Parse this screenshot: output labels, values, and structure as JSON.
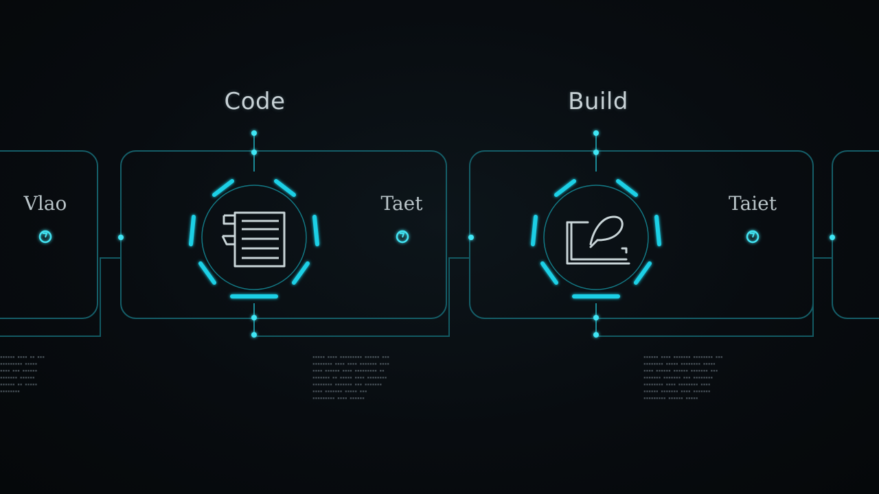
{
  "colors": {
    "accent": "#1fd0e6",
    "line": "#1a7c88",
    "box": "#155e68",
    "text": "#c8d2d6",
    "background": "#070b0e"
  },
  "stages": [
    {
      "label": "Code",
      "icon": "document-icon"
    },
    {
      "label": "Build",
      "icon": "build-icon"
    }
  ],
  "side_labels": [
    "Vlao",
    "Taet",
    "Taiet"
  ],
  "captions": {
    "left": [
      "▪▪▪▪▪▪ ▪▪▪▪ ▪▪ ▪▪▪",
      "▪▪▪▪▪▪▪▪▪ ▪▪▪▪▪",
      "▪▪▪▪ ▪▪▪ ▪▪▪▪▪▪",
      "▪▪▪▪▪▪▪ ▪▪▪▪▪▪",
      "▪▪▪▪▪▪ ▪▪ ▪▪▪▪▪",
      "▪▪▪▪▪▪▪▪"
    ],
    "center": [
      "▪▪▪▪▪ ▪▪▪▪ ▪▪▪▪▪▪▪▪▪ ▪▪▪▪▪▪ ▪▪▪",
      "▪▪▪▪▪▪▪▪ ▪▪▪▪ ▪▪▪▪ ▪▪▪▪▪▪▪ ▪▪▪▪",
      "▪▪▪▪ ▪▪▪▪▪▪ ▪▪▪▪ ▪▪▪▪▪▪▪▪▪ ▪▪",
      "▪▪▪▪▪▪▪ ▪▪ ▪▪▪▪▪ ▪▪▪▪ ▪▪▪▪▪▪▪▪",
      "▪▪▪▪▪▪▪▪ ▪▪▪▪▪▪▪ ▪▪▪ ▪▪▪▪▪▪▪",
      "▪▪▪▪ ▪▪▪▪▪▪▪ ▪▪▪▪▪ ▪▪▪",
      "▪▪▪▪▪▪▪▪▪ ▪▪▪▪ ▪▪▪▪▪▪"
    ],
    "right": [
      "▪▪▪▪▪▪ ▪▪▪▪ ▪▪▪▪▪▪▪ ▪▪▪▪▪▪▪▪ ▪▪▪",
      "▪▪▪▪▪▪▪▪ ▪▪▪▪▪ ▪▪▪▪▪▪▪▪ ▪▪▪▪▪",
      "▪▪▪▪ ▪▪▪▪▪▪ ▪▪▪▪▪▪ ▪▪▪▪▪▪▪ ▪▪▪",
      "▪▪▪▪▪▪▪ ▪▪▪▪▪▪▪ ▪▪▪ ▪▪▪▪▪▪▪▪",
      "▪▪▪▪▪▪▪▪ ▪▪▪▪ ▪▪▪▪▪▪▪▪ ▪▪▪▪",
      "▪▪▪▪▪▪ ▪▪▪▪▪▪▪ ▪▪▪▪ ▪▪▪▪▪▪▪",
      "▪▪▪▪▪▪▪▪▪ ▪▪▪▪▪▪ ▪▪▪▪▪"
    ]
  }
}
